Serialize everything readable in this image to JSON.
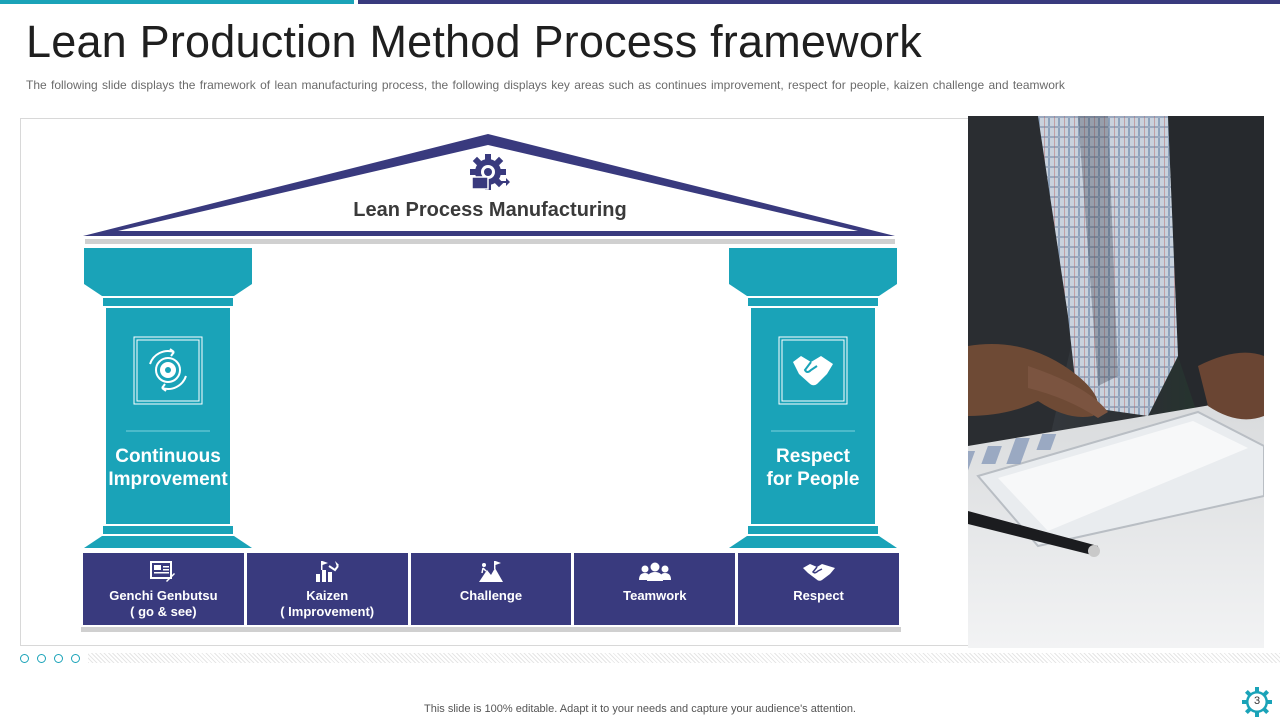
{
  "colors": {
    "teal": "#1aa3b8",
    "navy": "#393a7e"
  },
  "slide": {
    "title": "Lean Production Method Process framework",
    "subtitle": "The following slide displays the framework  of lean manufacturing process, the following displays key areas such as continues improvement,  respect for people, kaizen challenge and teamwork"
  },
  "roof": {
    "title": "Lean Process Manufacturing",
    "icon": "gear-process-icon"
  },
  "pillars": [
    {
      "line1": "Continuous",
      "line2": "Improvement",
      "icon": "gear-cycle-icon"
    },
    {
      "line1": "Respect",
      "line2": "for People",
      "icon": "handshake-icon"
    }
  ],
  "boxes": [
    {
      "line1": "Genchi Genbutsu",
      "line2": "( go & see)",
      "icon": "document-icon"
    },
    {
      "line1": "Kaizen",
      "line2": "( Improvement)",
      "icon": "growth-chart-icon"
    },
    {
      "line1": "Challenge",
      "line2": "",
      "icon": "mountain-flag-icon"
    },
    {
      "line1": "Teamwork",
      "line2": "",
      "icon": "team-icon"
    },
    {
      "line1": "Respect",
      "line2": "",
      "icon": "handshake-icon"
    }
  ],
  "footer": {
    "text": "This slide is 100% editable.  Adapt it to your needs and capture your audience's attention.",
    "page_number": "3"
  }
}
